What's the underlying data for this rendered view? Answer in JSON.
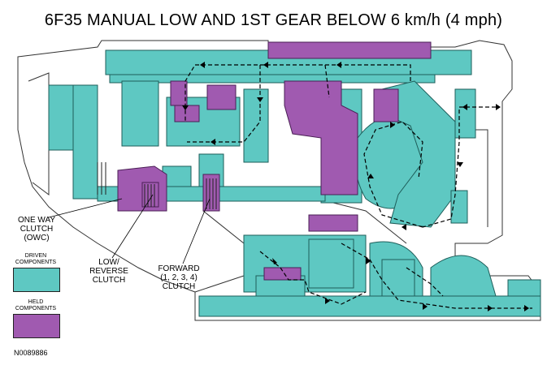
{
  "title": "6F35 MANUAL LOW AND 1ST GEAR BELOW 6 km/h (4 mph)",
  "callouts": {
    "owc": [
      "ONE WAY",
      "CLUTCH",
      "(OWC)"
    ],
    "low_reverse": [
      "LOW/",
      "REVERSE",
      "CLUTCH"
    ],
    "forward": [
      "FORWARD",
      "(1, 2, 3, 4)",
      "CLUTCH"
    ]
  },
  "legend": {
    "driven": {
      "label": [
        "DRIVEN",
        "COMPONENTS"
      ],
      "color": "#5ec8c2"
    },
    "held": {
      "label": [
        "HELD",
        "COMPONENTS"
      ],
      "color": "#a05ab0"
    }
  },
  "figure_id": "N0089886"
}
